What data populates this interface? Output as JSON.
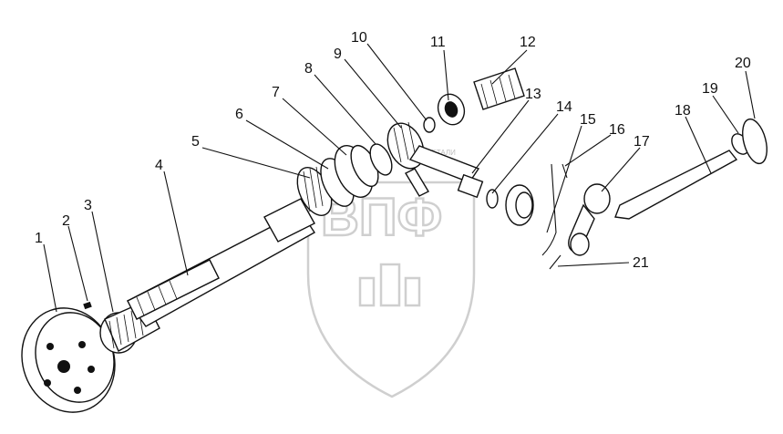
{
  "diagram": {
    "callouts": [
      {
        "id": "1",
        "text": "1"
      },
      {
        "id": "2",
        "text": "2"
      },
      {
        "id": "3",
        "text": "3"
      },
      {
        "id": "4",
        "text": "4"
      },
      {
        "id": "5",
        "text": "5"
      },
      {
        "id": "6",
        "text": "6"
      },
      {
        "id": "7",
        "text": "7"
      },
      {
        "id": "8",
        "text": "8"
      },
      {
        "id": "9",
        "text": "9"
      },
      {
        "id": "10",
        "text": "10"
      },
      {
        "id": "11",
        "text": "11"
      },
      {
        "id": "12",
        "text": "12"
      },
      {
        "id": "13",
        "text": "13"
      },
      {
        "id": "14",
        "text": "14"
      },
      {
        "id": "15",
        "text": "15"
      },
      {
        "id": "16",
        "text": "16"
      },
      {
        "id": "17",
        "text": "17"
      },
      {
        "id": "18",
        "text": "18"
      },
      {
        "id": "19",
        "text": "19"
      },
      {
        "id": "20",
        "text": "20"
      },
      {
        "id": "21",
        "text": "21"
      }
    ],
    "watermark": {
      "text": "ВПФ",
      "small_text": "ДЕТАЛИ"
    }
  }
}
